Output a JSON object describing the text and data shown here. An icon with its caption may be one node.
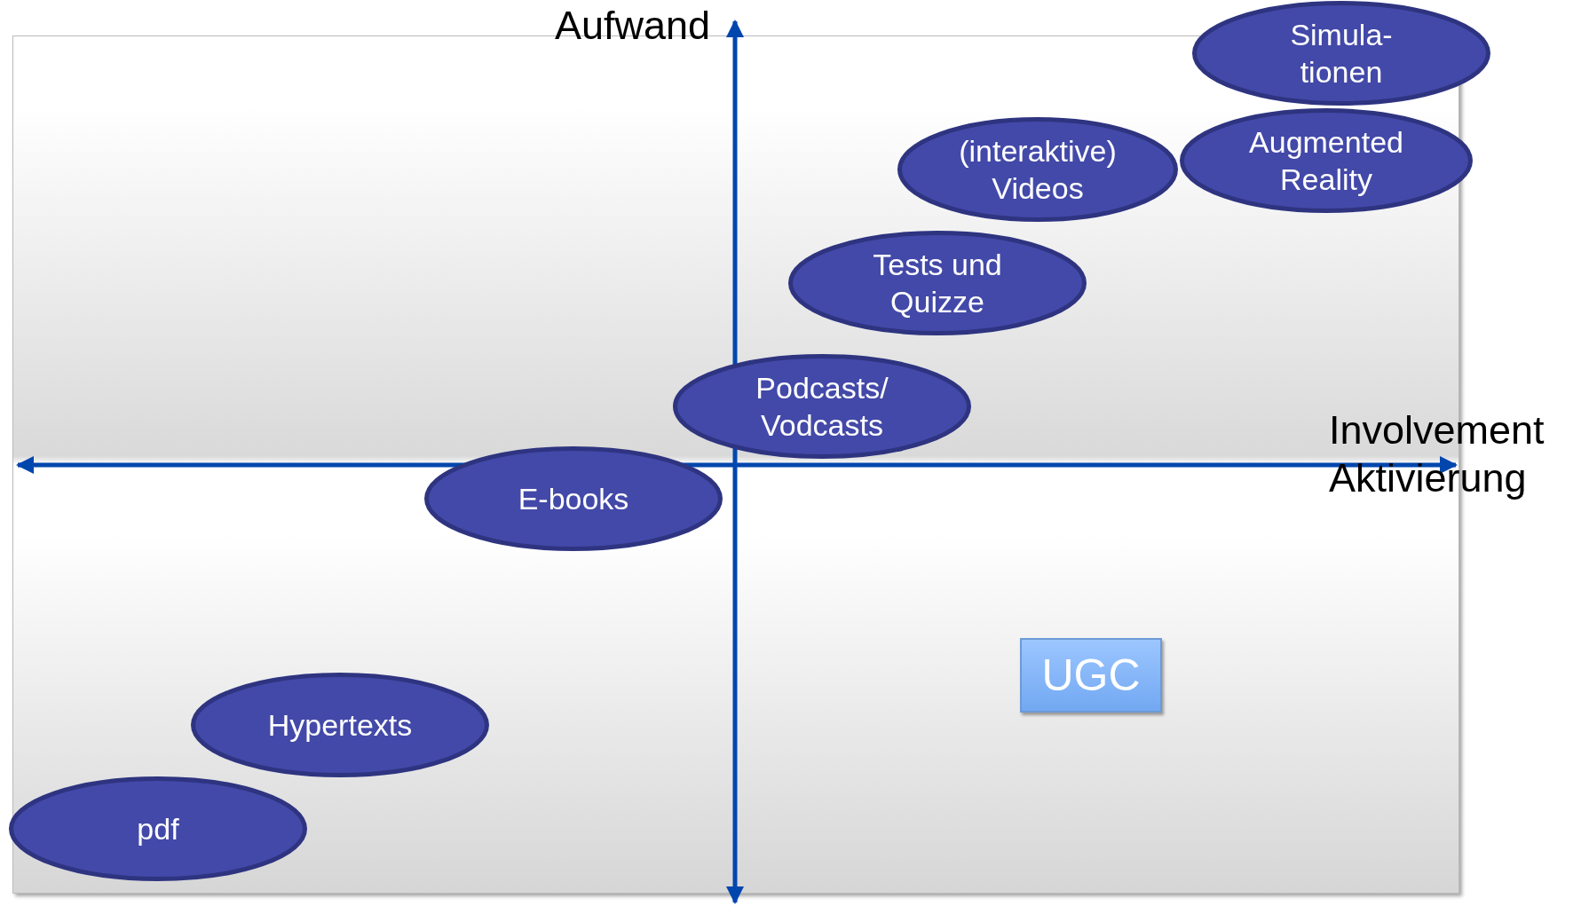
{
  "diagram": {
    "nodes": [
      {
        "text": [
          "Simula- tionen"
        ]
      },
      {
        "text": [
          "Augmented Reality"
        ]
      },
      {
        "text": [
          "(interaktive) Videos"
        ]
      },
      {
        "text": [
          "Tests und Quizze"
        ]
      },
      {
        "text": [
          "Podcasts/ Vodcasts"
        ]
      },
      {
        "text": [
          "E-books"
        ]
      },
      {
        "text": [
          "UGC"
        ]
      },
      {
        "text": [
          "Hypertexts"
        ]
      },
      {
        "text": [
          "pdf"
        ]
      }
    ],
    "edges": [],
    "labels": [
      "Aufwand",
      "Involvement Aktivierung"
    ]
  }
}
